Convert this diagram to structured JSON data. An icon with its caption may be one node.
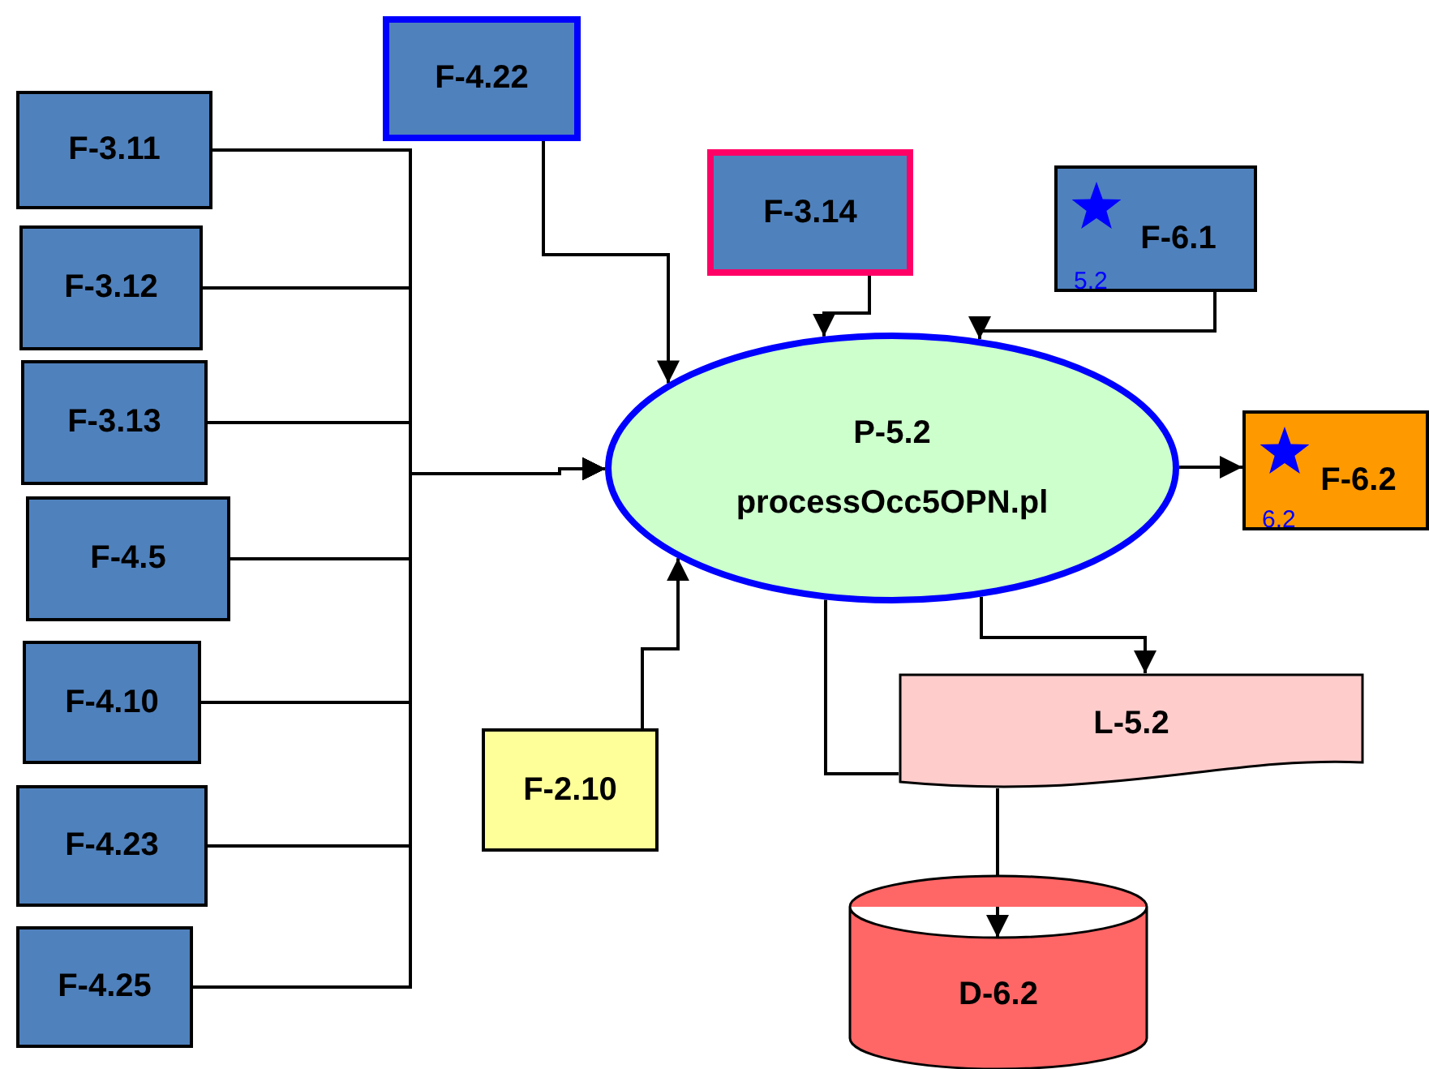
{
  "diagram": {
    "nodes": [
      {
        "text": [
          "F-3.11"
        ]
      },
      {
        "text": [
          "F-3.12"
        ]
      },
      {
        "text": [
          "F-3.13"
        ]
      },
      {
        "text": [
          "F-4.5"
        ]
      },
      {
        "text": [
          "F-4.10"
        ]
      },
      {
        "text": [
          "F-4.23"
        ]
      },
      {
        "text": [
          "F-4.25"
        ]
      },
      {
        "text": [
          "F-4.22"
        ]
      },
      {
        "text": [
          "F-3.14"
        ]
      },
      {
        "text": [
          "F-6.1",
          "5.2"
        ]
      },
      {
        "text": [
          "F-6.2",
          "6.2"
        ]
      },
      {
        "text": [
          "P-5.2",
          "processOcc5OPN.pl"
        ]
      },
      {
        "text": [
          "F-2.10"
        ]
      },
      {
        "text": [
          "L-5.2"
        ]
      },
      {
        "text": [
          "D-6.2"
        ]
      }
    ],
    "edges": [
      {
        "from": 0,
        "to": 11,
        "arrow": "to"
      },
      {
        "from": 1,
        "to": 11,
        "arrow": "to"
      },
      {
        "from": 2,
        "to": 11,
        "arrow": "to"
      },
      {
        "from": 3,
        "to": 11,
        "arrow": "to"
      },
      {
        "from": 4,
        "to": 11,
        "arrow": "to"
      },
      {
        "from": 5,
        "to": 11,
        "arrow": "to"
      },
      {
        "from": 6,
        "to": 11,
        "arrow": "to"
      },
      {
        "from": 7,
        "to": 11,
        "arrow": "to"
      },
      {
        "from": 8,
        "to": 11,
        "arrow": "to"
      },
      {
        "from": 9,
        "to": 11,
        "arrow": "to"
      },
      {
        "from": 11,
        "to": 10,
        "arrow": "to"
      },
      {
        "from": 12,
        "to": 11,
        "arrow": "to"
      },
      {
        "from": 11,
        "to": 13,
        "arrow": "to"
      },
      {
        "from": 11,
        "to": 13,
        "arrow": "none"
      },
      {
        "from": 13,
        "to": 14,
        "arrow": "to"
      }
    ]
  }
}
